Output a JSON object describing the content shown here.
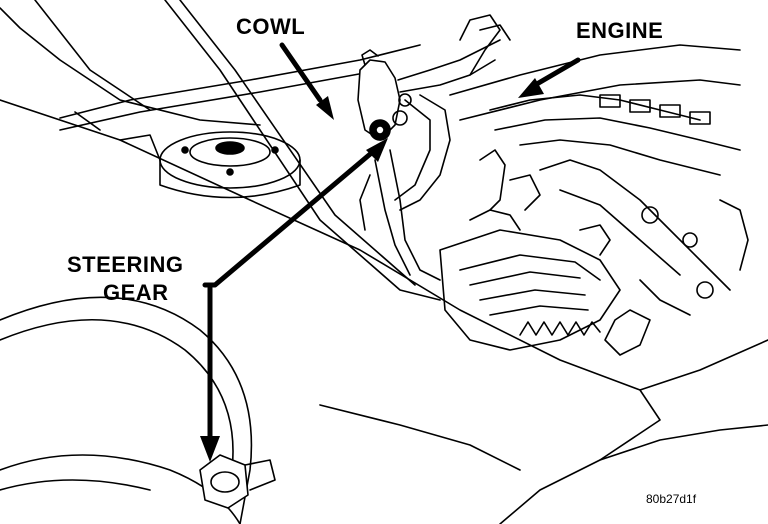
{
  "labels": {
    "cowl": "COWL",
    "engine": "ENGINE",
    "steering_line1": "STEERING",
    "steering_line2": "GEAR"
  },
  "figure_code": "80b27d1f",
  "colors": {
    "ink": "#000000",
    "paper": "#ffffff"
  }
}
